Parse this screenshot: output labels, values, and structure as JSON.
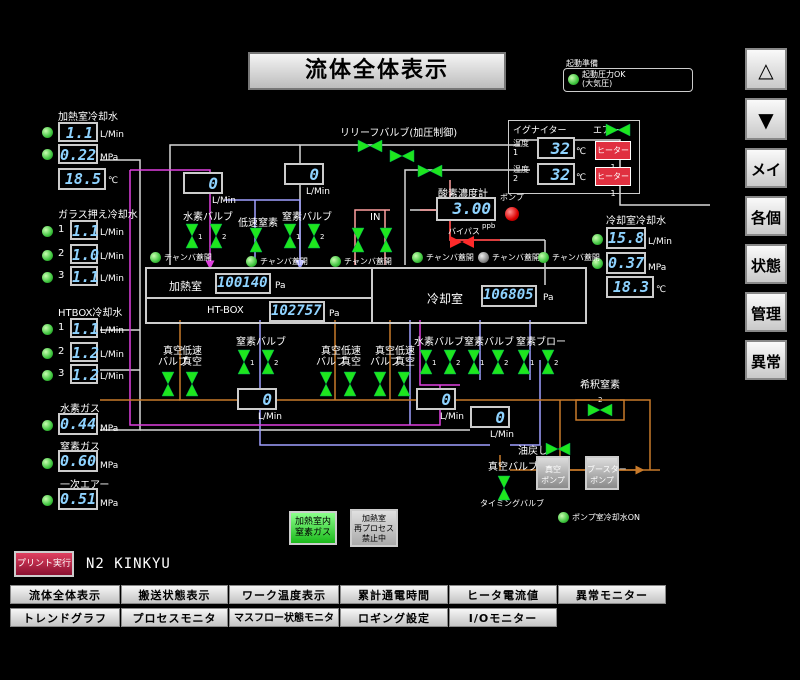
{
  "title": "流体全体表示",
  "start_prep": {
    "header": "起動準備",
    "line1": "起動圧力OK",
    "line2": "(大気圧)"
  },
  "relief_valve": "リリーフバルブ(加圧制御)",
  "igniter": {
    "label": "イグナイター",
    "air": "エアー",
    "temp1": "温度\n1",
    "temp2": "温度\n2",
    "val1": "32",
    "val2": "32",
    "unit": "℃",
    "heater1": "ヒーター1",
    "heater2": "ヒーター1"
  },
  "oxygen": {
    "label": "酸素濃度計",
    "value": "3.00",
    "unit": "ppb",
    "pump": "ポンプ",
    "bypass": "バイパス"
  },
  "heating_cooling": {
    "label": "加熱室冷却水",
    "flow": "1.1",
    "flow_unit": "L/Min",
    "pressure": "0.22",
    "pressure_unit": "MPa",
    "temp": "18.5",
    "temp_unit": "℃"
  },
  "glass_cooling": {
    "label": "ガラス押え冷却水",
    "rows": [
      {
        "n": "1",
        "v": "1.1"
      },
      {
        "n": "2",
        "v": "1.0"
      },
      {
        "n": "3",
        "v": "1.1"
      }
    ],
    "unit": "L/Min"
  },
  "htbox_cooling": {
    "label": "HTBOX冷却水",
    "rows": [
      {
        "n": "1",
        "v": "1.1"
      },
      {
        "n": "2",
        "v": "1.2"
      },
      {
        "n": "3",
        "v": "1.2"
      }
    ],
    "unit": "L/Min"
  },
  "hydrogen_gas": {
    "label": "水素ガス",
    "value": "0.44",
    "unit": "MPa"
  },
  "nitrogen_gas": {
    "label": "窒素ガス",
    "value": "0.60",
    "unit": "MPa"
  },
  "primary_air": {
    "label": "一次エアー",
    "value": "0.51",
    "unit": "MPa"
  },
  "cooling_room_water": {
    "label": "冷却室冷却水",
    "flow": "15.8",
    "flow_unit": "L/Min",
    "pressure": "0.37",
    "pressure_unit": "MPa",
    "temp": "18.3",
    "temp_unit": "℃"
  },
  "heating_room": {
    "label": "加熱室",
    "value": "100140",
    "unit": "Pa"
  },
  "htbox": {
    "label": "HT-BOX",
    "value": "102757",
    "unit": "Pa"
  },
  "cooling_room": {
    "label": "冷却室",
    "value": "106805",
    "unit": "Pa"
  },
  "flow_meters": {
    "top_left": "0",
    "top_mid": "0",
    "bottom_left": "0",
    "bottom_mid": "0",
    "bottom_right": "0",
    "unit": "L/Min"
  },
  "valves": {
    "hydrogen_valve_top": "水素バルブ",
    "low_nitrogen": "低速窒素",
    "nitrogen_valve_top": "窒素バルブ",
    "vacuum_valve_l": "真空\nバルブ",
    "slow_vacuum_l": "低速\n真空",
    "nitrogen_valve_l": "窒素バルブ",
    "vacuum_valve_m": "真空\nバルブ",
    "slow_vacuum_m": "低速\n真空",
    "vacuum_valve_m2": "真空\nバルブ",
    "slow_vacuum_m2": "低速\n真空",
    "hydrogen_valve_r": "水素バルブ",
    "nitrogen_valve_r": "窒素バルブ",
    "nitrogen_blow": "窒素ブロー",
    "dilution_nitrogen": "希釈窒素",
    "oil_return": "油戻し",
    "vacuum_valve_b": "真空バルブ",
    "timing_valve": "タイミングバルブ",
    "in": "IN"
  },
  "chamber_open": "チャンバ蓋開",
  "vacuum_pump": "真空\nポンプ",
  "booster_pump": "ブースター\nポンプ",
  "pump_room_cooling": "ポンプ室冷却水ON",
  "heating_room_n2": "加熱室内\n窒素ガス",
  "process_lock": "加熱室\n再プロセス\n禁止中",
  "print_button": "プリント実行",
  "kinkyu": "N2 KINKYU",
  "side_buttons": {
    "up": "△",
    "down": "▼",
    "main": "メイン",
    "each": "各個",
    "status": "状態",
    "manage": "管理",
    "abnormal": "異常"
  },
  "nav_row1": [
    "流体全体表示",
    "搬送状態表示",
    "ワーク温度表示",
    "累計通電時間",
    "ヒータ電流値",
    "異常モニター"
  ],
  "nav_row2": [
    "トレンドグラフ",
    "プロセスモニタ",
    "マスフロー状態モニタ",
    "ロギング設定",
    "I/Oモニター"
  ],
  "colors": {
    "green": "#1ee61e",
    "pipe_white": "#d8d8d8",
    "pipe_orange": "#c87a2a",
    "pipe_magenta": "#e040e0",
    "pipe_lavender": "#a0a0ff",
    "pipe_pink": "#ffa0a0",
    "digit": "#8fd3ff"
  }
}
